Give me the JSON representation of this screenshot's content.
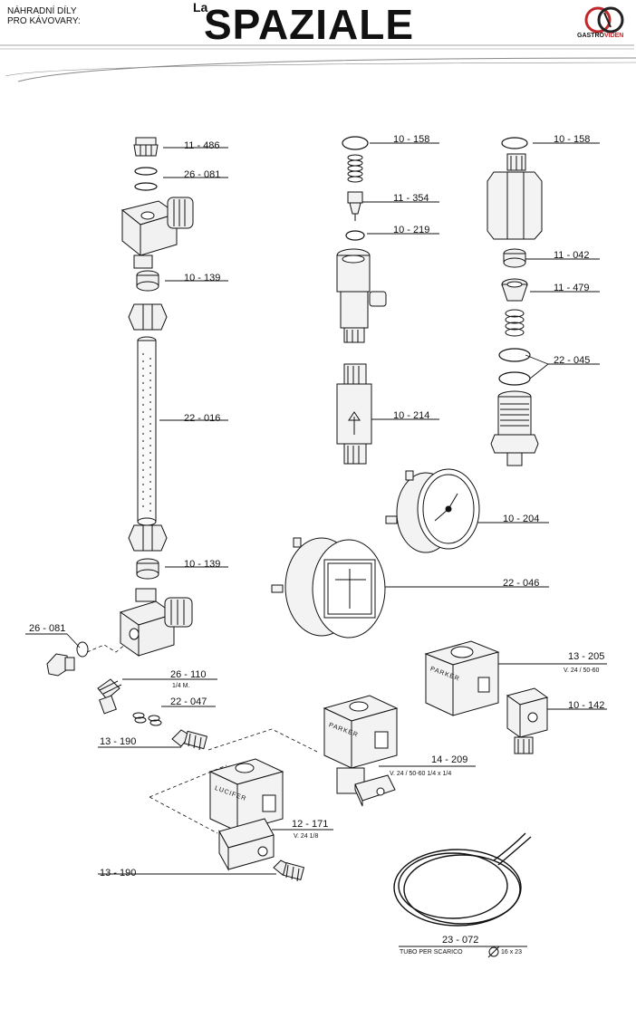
{
  "header": {
    "line1": "NÁHRADNÍ DÍLY",
    "line2": "PRO KÁVOVARY:",
    "brand_prefix": "La",
    "brand": "SPAZIALE",
    "logo_text_a": "GASTRO",
    "logo_text_b": "VIDEN"
  },
  "parts": [
    {
      "code": "11 - 486"
    },
    {
      "code": "26 - 081"
    },
    {
      "code": "10 - 139"
    },
    {
      "code": "22 - 016"
    },
    {
      "code": "10 - 139"
    },
    {
      "code": "26 - 081"
    },
    {
      "code": "26 - 110",
      "note": "1/4  M."
    },
    {
      "code": "22 - 047"
    },
    {
      "code": "13 - 190"
    },
    {
      "code": "12 - 171",
      "note": "V. 24  1/8"
    },
    {
      "code": "13 - 190"
    },
    {
      "code": "10 - 158"
    },
    {
      "code": "11 - 354"
    },
    {
      "code": "10 - 219"
    },
    {
      "code": "10 - 214"
    },
    {
      "code": "10 - 158"
    },
    {
      "code": "11 - 042"
    },
    {
      "code": "11 - 479"
    },
    {
      "code": "22 - 045"
    },
    {
      "code": "10 - 204"
    },
    {
      "code": "22 - 046"
    },
    {
      "code": "13 - 205",
      "note": "V. 24 / 50-60"
    },
    {
      "code": "10 - 142"
    },
    {
      "code": "14 - 209",
      "note": "V. 24 / 50-60  1/4 x 1/4"
    },
    {
      "code": "23 - 072",
      "note": "TUBO PER SCARICO",
      "note2": "16 x 23"
    }
  ],
  "device_text": {
    "parker1": "PARKER",
    "parker2": "PARKER",
    "lucifer": "LUCIFER"
  }
}
